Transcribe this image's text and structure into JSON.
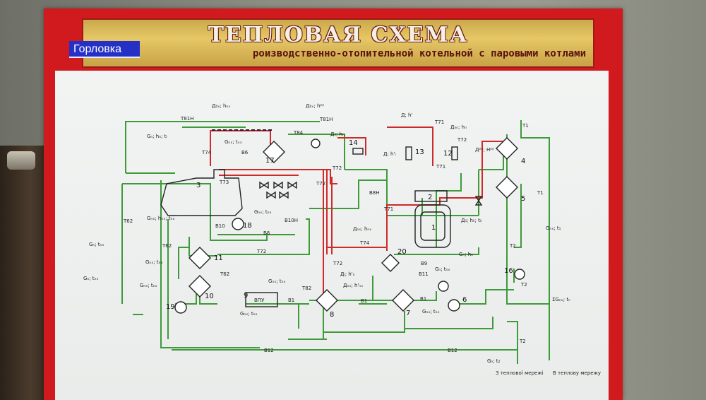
{
  "overlay": {
    "city": "Горловка",
    "badge_color": "#2430c6"
  },
  "poster": {
    "title": "ТЕПЛОВАЯ СХЕМА",
    "subtitle": "роизводственно-отопительной котельной с паровыми котлами"
  },
  "colors": {
    "board": "#d01a1d",
    "steam_line": "#cf2a2a",
    "water_line": "#3f9a3a"
  },
  "diagram": {
    "units": [
      "1",
      "2",
      "3",
      "4",
      "5",
      "6",
      "7",
      "8",
      "9",
      "10",
      "11",
      "12",
      "13",
      "14",
      "16",
      "17",
      "18",
      "19",
      "20"
    ],
    "pipes": [
      "Т81Н",
      "Т81Н",
      "Т84",
      "Т74",
      "Т73",
      "Т72",
      "Т72",
      "Т72",
      "Т72",
      "Т71",
      "Т71",
      "Т71",
      "Т74",
      "Т72",
      "Т1",
      "Т1",
      "Т2",
      "Т2",
      "Т2",
      "Т62",
      "Т62",
      "Т62",
      "Т82",
      "В6",
      "В8",
      "В8Н",
      "В10",
      "В10Н",
      "В9",
      "В11",
      "В1",
      "В1",
      "В1",
      "В12",
      "В12"
    ],
    "flows": [
      "Д₀ₓ; hₙₓ",
      "Д₀ₓ; hᵖᵖ",
      "Дᵢᵢ; hₙ",
      "Д; h'",
      "Д; h'ᵢ",
      "Дₙₙ; hₙ",
      "Дᵖᵖ; Hᵖᵖ",
      "Gₙ; hₙ; tₗ",
      "Gₙₓ; tₓₓ",
      "Gₙₓ; tₙₓ",
      "Gₙₓ; hₙₓ; tₙₓ",
      "Gₙ; tₙₓ",
      "Gₙₓ; tₙₓ",
      "Gₙ; tₙₓ",
      "Gₙₓ; tₙₓ",
      "Gₙₓ; tₙₓ",
      "Gₙₓ; tₙₓ",
      "Дₙₓ; hₙₓ",
      "Дᵢ; h'ₙ",
      "Дₙₓ; h'ₙₓ",
      "Gₙ; hₙ",
      "Gₙ; tₙₓ",
      "Gₙₓ; tₙₓ",
      "Gₙₓ; t₁",
      "ΣGₙₓ; tₙ",
      "Gₙ; t₂",
      "Дᵢᵢ; hᵢᵢ; tᵢᵢ"
    ],
    "vpu_label": "ВПУ",
    "outlet_from": "З теплової мережі",
    "outlet_to": "В теплову мережу"
  }
}
